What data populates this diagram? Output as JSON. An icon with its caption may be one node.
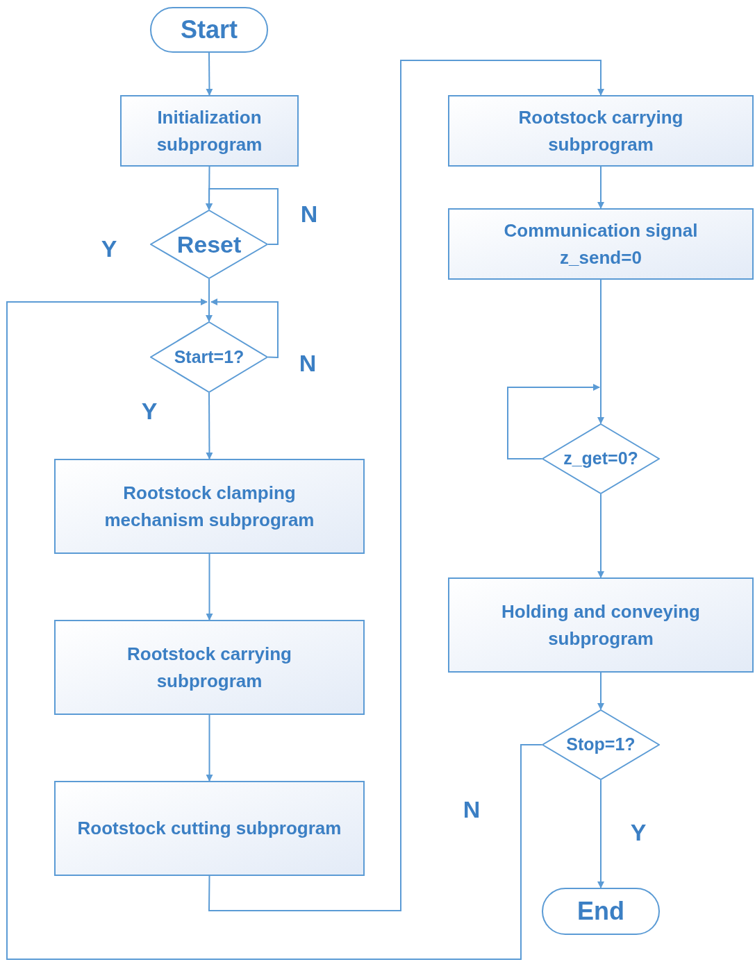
{
  "diagram": {
    "nodes": [
      {
        "text": [
          "Start"
        ]
      },
      {
        "text": [
          "Initialization subprogram"
        ]
      },
      {
        "text": [
          "Reset"
        ]
      },
      {
        "text": [
          "Start=1?"
        ]
      },
      {
        "text": [
          "Rootstock clamping mechanism subprogram"
        ]
      },
      {
        "text": [
          "Rootstock carrying subprogram"
        ]
      },
      {
        "text": [
          "Rootstock cutting subprogram"
        ]
      },
      {
        "text": [
          "Rootstock carrying subprogram"
        ]
      },
      {
        "text": [
          "Communication signal z_send=0"
        ]
      },
      {
        "text": [
          "z_get=0?"
        ]
      },
      {
        "text": [
          "Holding and conveying subprogram"
        ]
      },
      {
        "text": [
          "Stop=1?"
        ]
      },
      {
        "text": [
          "End"
        ]
      }
    ],
    "edges": [
      {
        "from": 0,
        "to": 1,
        "arrow": "to"
      },
      {
        "from": 1,
        "to": 2,
        "arrow": "to"
      },
      {
        "from": 2,
        "to": 2,
        "arrow": "to"
      },
      {
        "from": 2,
        "to": 3,
        "arrow": "to"
      },
      {
        "from": 3,
        "to": 3,
        "arrow": "to"
      },
      {
        "from": 3,
        "to": 4,
        "arrow": "to"
      },
      {
        "from": 4,
        "to": 5,
        "arrow": "to"
      },
      {
        "from": 5,
        "to": 6,
        "arrow": "to"
      },
      {
        "from": 6,
        "to": 7,
        "arrow": "to"
      },
      {
        "from": 7,
        "to": 8,
        "arrow": "to"
      },
      {
        "from": 8,
        "to": 9,
        "arrow": "to"
      },
      {
        "from": 9,
        "to": 9,
        "arrow": "to"
      },
      {
        "from": 9,
        "to": 10,
        "arrow": "to"
      },
      {
        "from": 10,
        "to": 11,
        "arrow": "to"
      },
      {
        "from": 11,
        "to": 12,
        "arrow": "to"
      },
      {
        "from": 11,
        "to": 3,
        "arrow": "to"
      }
    ],
    "labels": [
      "N",
      "Y",
      "N",
      "Y",
      "N",
      "Y"
    ]
  }
}
